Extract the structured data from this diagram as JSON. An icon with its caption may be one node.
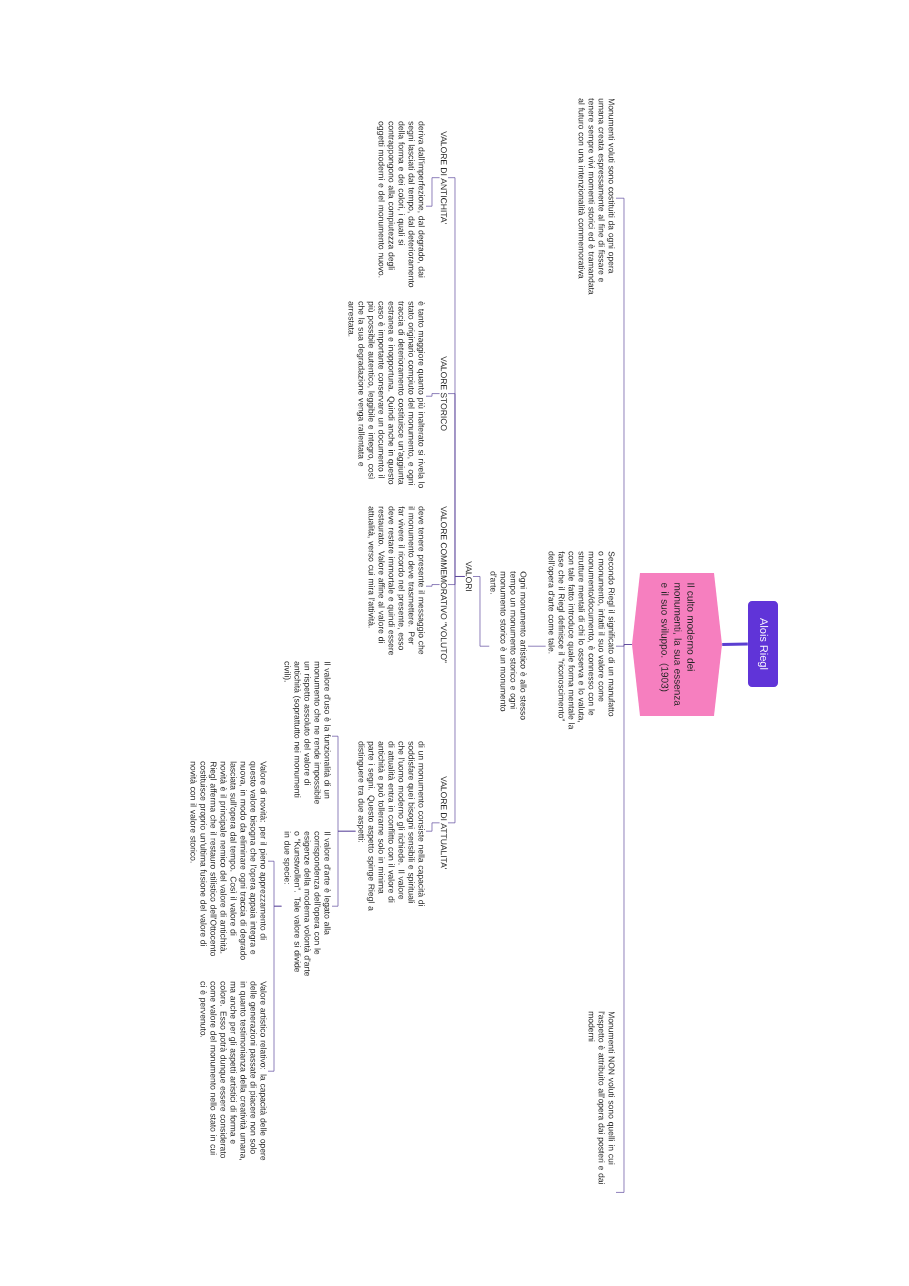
{
  "diagram": {
    "nodes": [
      {
        "text": [
          "Alois Riegl"
        ]
      },
      {
        "text": [
          "Il culto moderno dei monumenti, la sua essenza e il suo sviluppo. (1903)"
        ]
      },
      {
        "text": [
          "Monumenti voluti sono costituiti da ogni opera umana creata espressamente al fine di fissare e tenere sempre vivi momenti storici ed è tramandata al futuro con una intenzionalità commemorativa"
        ]
      },
      {
        "text": [
          "Secondo Riegl il significato di un manufatto o monumento, infatti il suo valore come monumento/documento, è connesso con le strutture mentali di chi lo osserva e lo valuta, con tale fatto introduce quale forma mentale la fase che il Riegl definisce il “riconoscimento” dell'opera d'arte come tale."
        ]
      },
      {
        "text": [
          "Monumenti NON voluti sono quelli in cui l'aspetto è attribuito all'opera dai posteri e dai moderni"
        ]
      },
      {
        "text": [
          "Ogni monumento artistico è allo stesso tempo un monumento storico e ogni monumento storico è un monumento d'arte."
        ]
      },
      {
        "text": [
          "VALORI"
        ]
      },
      {
        "text": [
          "VALORE DI ANTICHITA'"
        ]
      },
      {
        "text": [
          "deriva dall'imperfezione, dal degrado, dai segni lasciati dal tempo, dal deterioramento della forma e dei colori, i quali si contrappongono alla compiutezza degli oggetti moderni e del monumento nuovo."
        ]
      },
      {
        "text": [
          "VALORE STORICO"
        ]
      },
      {
        "text": [
          "è tanto maggiore quanto più inalterato si rivela lo stato originario compiuto del monumento, e ogni traccia di deterioramento costituisce un'aggiunta estranea e inopportuna. Quindi anche in questo caso è importante conservare un documento il più possibile autentico, leggibile e integro, così che la sua degradazione venga rallentata e arrestata."
        ]
      },
      {
        "text": [
          "VALORE COMMEMORATIVO \"VOLUTO\""
        ]
      },
      {
        "text": [
          "deve tenere presente il messaggio che il monumento deve trasmettere. Per far vivere il ricordo nel presente, esso deve restare immortale e quindi essere restaurato. Valore affine al valore di attualità, verso cui mira l'attività."
        ]
      },
      {
        "text": [
          "VALORE DI ATTUALITA'"
        ]
      },
      {
        "text": [
          "di un monumento consiste nella capacità di soddisfare quei bisogni sensibili e spirituali che l'uomo moderno gli richiede. Il valore di attualità entra in conflitto con il valore di antichità e può tollerarne solo in minima parte i segni. Questo aspetto spinge Riegl a distinguere tra due aspetti:"
        ]
      },
      {
        "text": [
          "Il valore d'uso è la funzionalità di un monumento che ne rende impossibile un rispetto assoluto del valore di antichità (soprattutto nei monumenti civili)."
        ]
      },
      {
        "text": [
          "Il valore d'arte è legato alla corrispondenza dell'opera con le esigenze della moderna volontà d'arte o “Kunstwollen”. Tale valore si divide in due specie:"
        ]
      },
      {
        "text": [
          "Valore di novità: per il pieno apprezzamento di questo valore bisogna che l'opera appaia integra e nuova, in modo da eliminare ogni traccia di degrado lasciata sull'opera dal tempo. Così il valore di novità è il principale nemico del valore di antichità. Riegl afferma che il restauro stilistico dell'Ottocento costituisce proprio un'ultima fusione del valore di novità con il valore storico."
        ]
      },
      {
        "text": [
          "Valore artistico relativo: la capacità delle opere delle generazioni passate di piacere non solo in quanto testimonianza della creatività umana, ma anche per gli aspetti artistici di forma e colore. Esso potrà dunque essere considerato come valore del monumento nello stato in cui ci è pervenuto."
        ]
      }
    ],
    "edges": [
      {
        "from": 0,
        "to": 1,
        "arrow": "none",
        "style": "thick",
        "color": "#5b3fd1"
      },
      {
        "from": 1,
        "to": 2,
        "arrow": "none"
      },
      {
        "from": 1,
        "to": 3,
        "arrow": "none"
      },
      {
        "from": 1,
        "to": 4,
        "arrow": "none"
      },
      {
        "from": 3,
        "to": 5,
        "arrow": "none"
      },
      {
        "from": 5,
        "to": 6,
        "arrow": "none"
      },
      {
        "from": 6,
        "to": 7,
        "arrow": "none"
      },
      {
        "from": 7,
        "to": 8,
        "arrow": "none"
      },
      {
        "from": 6,
        "to": 9,
        "arrow": "none"
      },
      {
        "from": 9,
        "to": 10,
        "arrow": "none"
      },
      {
        "from": 6,
        "to": 11,
        "arrow": "none"
      },
      {
        "from": 11,
        "to": 12,
        "arrow": "none"
      },
      {
        "from": 6,
        "to": 13,
        "arrow": "none"
      },
      {
        "from": 13,
        "to": 14,
        "arrow": "none"
      },
      {
        "from": 14,
        "to": 15,
        "arrow": "none"
      },
      {
        "from": 14,
        "to": 16,
        "arrow": "none"
      },
      {
        "from": 16,
        "to": 17,
        "arrow": "none"
      },
      {
        "from": 16,
        "to": 18,
        "arrow": "none"
      }
    ]
  }
}
